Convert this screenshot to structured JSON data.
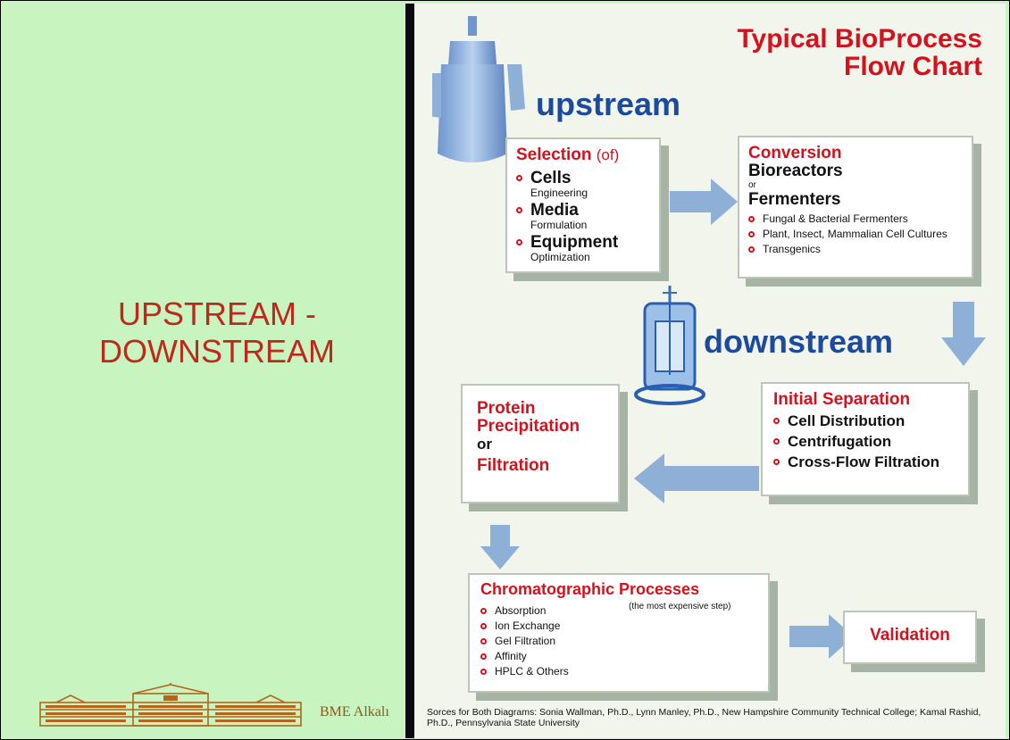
{
  "slide": {
    "title_lines": [
      "UPSTREAM -",
      "DOWNSTREAM"
    ],
    "footer_text": "BME Alkalı"
  },
  "poster": {
    "title_lines": [
      "Typical BioProcess",
      "Flow Chart"
    ],
    "upstream_label": "upstream",
    "downstream_label": "downstream",
    "selection": {
      "heading": "Selection",
      "heading_note": "(of)",
      "items": [
        {
          "label": "Cells",
          "sub": "Engineering"
        },
        {
          "label": "Media",
          "sub": "Formulation"
        },
        {
          "label": "Equipment",
          "sub": "Optimization"
        }
      ]
    },
    "conversion": {
      "heading": "Conversion",
      "line1": "Bioreactors",
      "or": "or",
      "line2": "Fermenters",
      "items": [
        "Fungal & Bacterial Fermenters",
        "Plant, Insect, Mammalian Cell Cultures",
        "Transgenics"
      ]
    },
    "separation": {
      "heading": "Initial Separation",
      "items": [
        "Cell Distribution",
        "Centrifugation",
        "Cross-Flow Filtration"
      ]
    },
    "precipitation": {
      "heading1": "Protein",
      "heading2": "Precipitation",
      "or": "or",
      "heading3": "Filtration"
    },
    "chromatography": {
      "heading": "Chromatographic Processes",
      "note": "(the most expensive step)",
      "items": [
        "Absorption",
        "Ion Exchange",
        "Gel Filtration",
        "Affinity",
        "HPLC & Others"
      ]
    },
    "validation": {
      "label": "Validation"
    },
    "credits": "Sorces for Both Diagrams: Sonia Wallman, Ph.D., Lynn Manley, Ph.D., New Hampshire Community Technical College; Kamal Rashid, Ph.D., Pennsylvania State University"
  },
  "colors": {
    "slide_background": "#c8f4c0",
    "slide_title": "#c0281c",
    "poster_red": "#d3121d",
    "poster_blue": "#1c4a9c",
    "arrow_blue": "#8fb0d6"
  }
}
